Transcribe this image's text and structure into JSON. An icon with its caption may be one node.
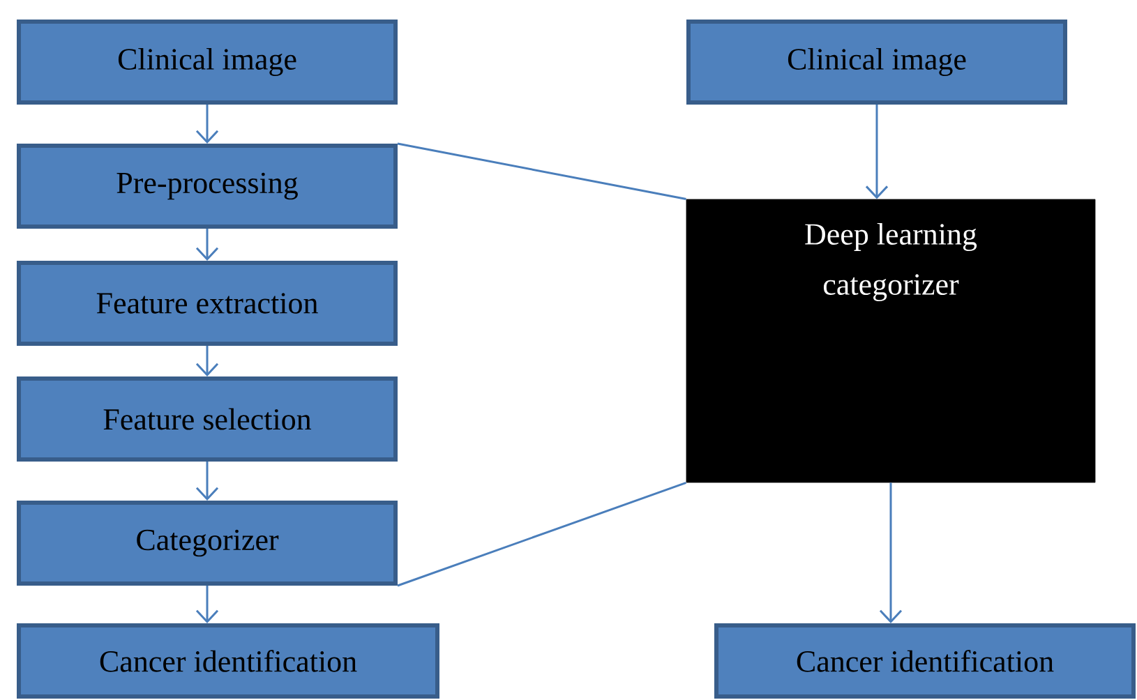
{
  "diagram": {
    "nodes": [
      {
        "text": [
          "Clinical image"
        ]
      },
      {
        "text": [
          "Pre-processing"
        ]
      },
      {
        "text": [
          "Feature extraction"
        ]
      },
      {
        "text": [
          "Feature selection"
        ]
      },
      {
        "text": [
          "Categorizer"
        ]
      },
      {
        "text": [
          "Cancer identification"
        ]
      },
      {
        "text": [
          "Clinical image"
        ]
      },
      {
        "text": [
          "Deep learning categorizer"
        ]
      },
      {
        "text": [
          "Cancer identification"
        ]
      }
    ],
    "edges": [
      {
        "from": 0,
        "to": 1,
        "arrow": "to"
      },
      {
        "from": 1,
        "to": 2,
        "arrow": "to"
      },
      {
        "from": 2,
        "to": 3,
        "arrow": "to"
      },
      {
        "from": 3,
        "to": 4,
        "arrow": "to"
      },
      {
        "from": 4,
        "to": 5,
        "arrow": "to"
      },
      {
        "from": 6,
        "to": 7,
        "arrow": "to"
      },
      {
        "from": 7,
        "to": 8,
        "arrow": "to"
      },
      {
        "from": 1,
        "to": 7,
        "arrow": "none"
      },
      {
        "from": 4,
        "to": 7,
        "arrow": "none"
      }
    ]
  }
}
